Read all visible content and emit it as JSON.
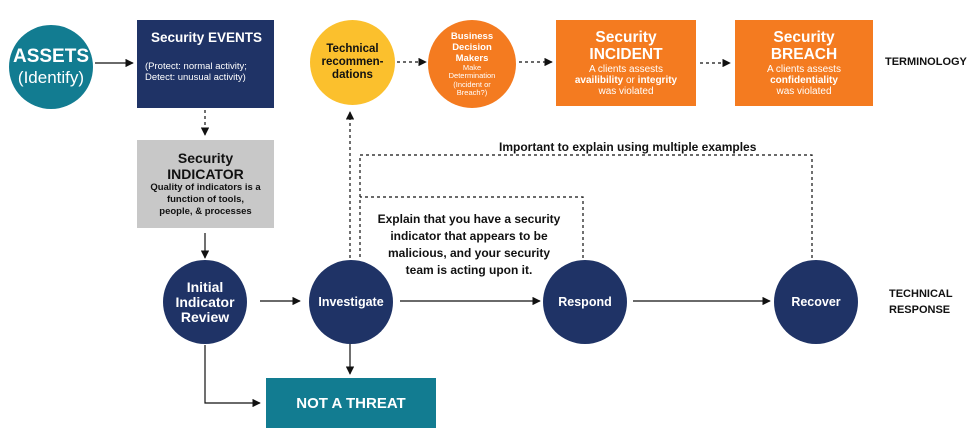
{
  "assets": {
    "line1": "ASSETS",
    "line2": "(Identify)"
  },
  "events": {
    "title": "Security EVENTS",
    "desc1": "(Protect: normal activity;",
    "desc2": "Detect: unusual activity)"
  },
  "indicator": {
    "title1": "Security",
    "title2": "INDICATOR",
    "desc1": "Quality of indicators is a",
    "desc2": "function of tools,",
    "desc3": "people, & processes"
  },
  "tech_recs": {
    "l1": "Technical",
    "l2": "recommen-",
    "l3": "dations"
  },
  "decision": {
    "l1": "Business",
    "l2": "Decision",
    "l3": "Makers",
    "l4": "Make",
    "l5": "Determination",
    "l6": "(Incident or",
    "l7": "Breach?)"
  },
  "incident": {
    "t1": "Security",
    "t2": "INCIDENT",
    "d1": "A clients assests",
    "d2a": "availibility",
    "d2b": " or ",
    "d2c": "integrity",
    "d3": "was violated"
  },
  "breach": {
    "t1": "Security",
    "t2": "BREACH",
    "d1": "A clients assests",
    "d2": "confidentiality",
    "d3": "was violated"
  },
  "terminology": "TERMINOLOGY",
  "technical_response": {
    "l1": "TECHNICAL",
    "l2": "RESPONSE"
  },
  "initial_review": {
    "l1": "Initial",
    "l2": "Indicator",
    "l3": "Review"
  },
  "investigate": "Investigate",
  "respond": "Respond",
  "recover": "Recover",
  "not_threat": "NOT A THREAT",
  "note_examples": "Important to explain using multiple examples",
  "note_explain": {
    "l1": "Explain that you have a security",
    "l2": "indicator that appears to be",
    "l3": "malicious, and your security",
    "l4": "team is acting upon it."
  },
  "colors": {
    "navy": "#1f3366",
    "teal": "#127c91",
    "orange": "#f47b20",
    "yellow": "#fbc02d",
    "gray": "#c8c8c8"
  }
}
